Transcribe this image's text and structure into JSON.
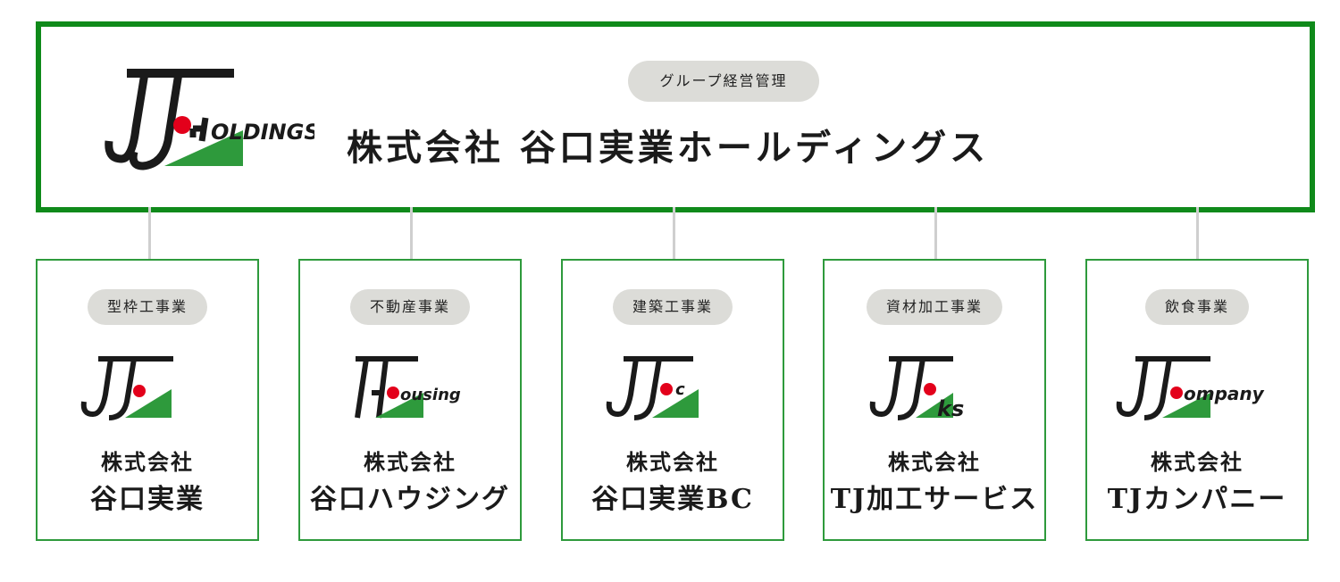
{
  "holdings": {
    "badge": "グループ経営管理",
    "name": "株式会社 谷口実業ホールディングス",
    "logo_text": "OLDINGS"
  },
  "companies": [
    {
      "badge": "型枠工事業",
      "prefix": "株式会社",
      "name": "谷口実業",
      "logo_text": ""
    },
    {
      "badge": "不動産事業",
      "prefix": "株式会社",
      "name": "谷口ハウジング",
      "logo_text": "ousing"
    },
    {
      "badge": "建築工事業",
      "prefix": "株式会社",
      "name": "谷口実業BC",
      "logo_text": "c"
    },
    {
      "badge": "資材加工事業",
      "prefix": "株式会社",
      "name": "TJ加工サービス",
      "logo_text": "ks"
    },
    {
      "badge": "飲食事業",
      "prefix": "株式会社",
      "name": "TJカンパニー",
      "logo_text": "ompany"
    }
  ],
  "colors": {
    "frame_green": "#0f8a1a",
    "card_green": "#2e9a3c",
    "logo_green": "#2e9a3c",
    "logo_red": "#e3001b",
    "badge_gray": "#dcdcd8",
    "connector_gray": "#cfcfcf"
  }
}
